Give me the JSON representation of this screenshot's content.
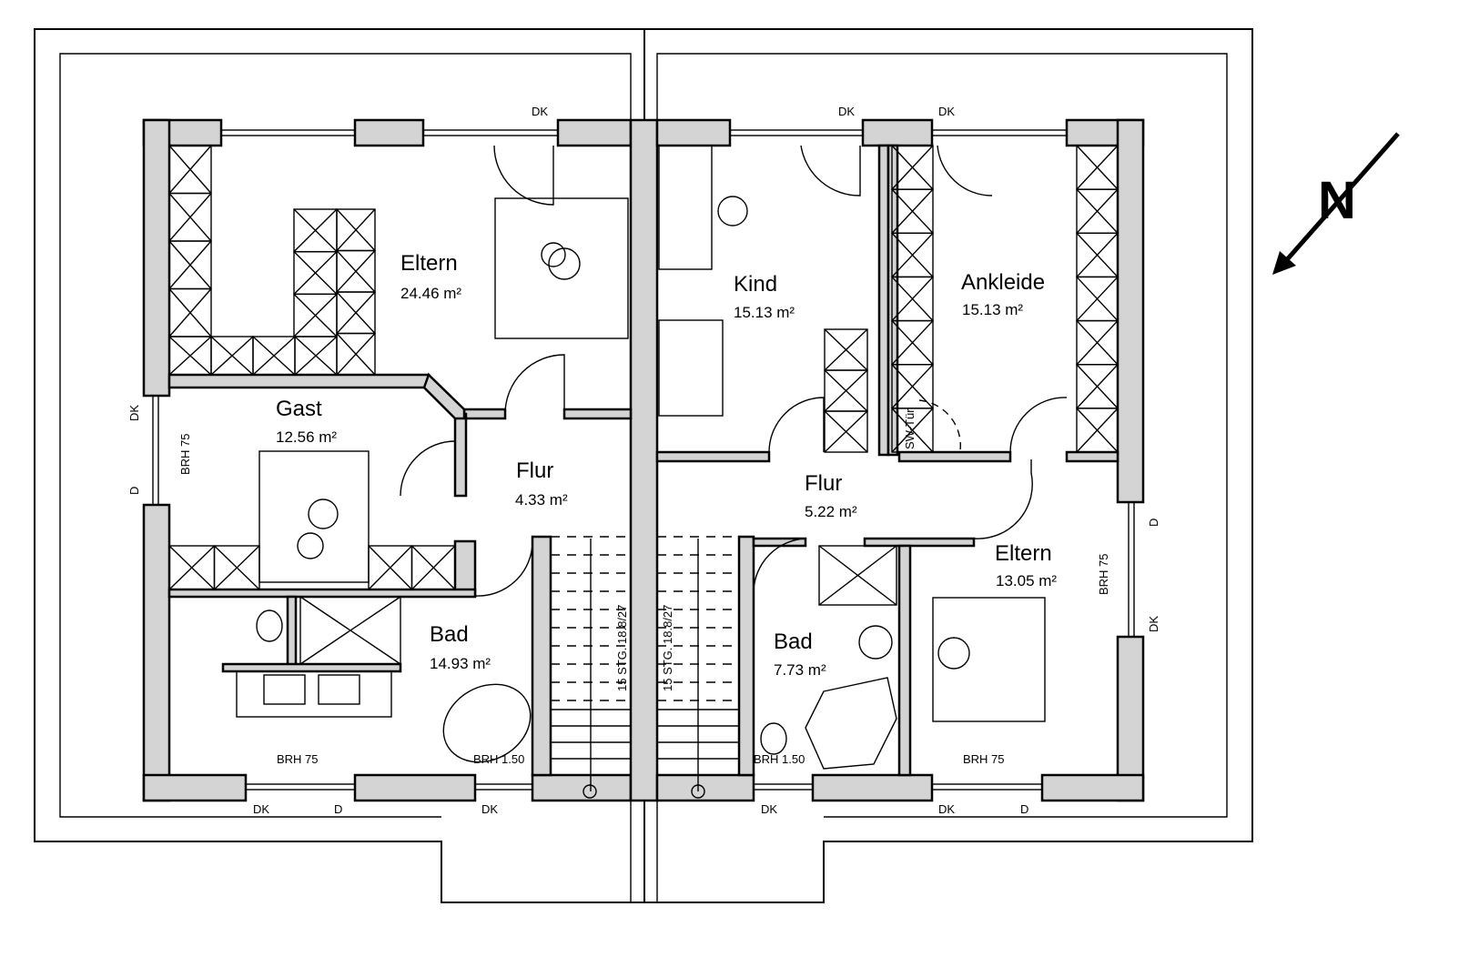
{
  "rooms": [
    {
      "name": "Eltern",
      "area": "24.46 m²"
    },
    {
      "name": "Gast",
      "area": "12.56 m²"
    },
    {
      "name": "Flur",
      "area": "4.33 m²"
    },
    {
      "name": "Bad",
      "area": "14.93 m²"
    },
    {
      "name": "Kind",
      "area": "15.13 m²"
    },
    {
      "name": "Ankleide",
      "area": "15.13 m²"
    },
    {
      "name": "Flur",
      "area": "5.22 m²"
    },
    {
      "name": "Bad",
      "area": "7.73 m²"
    },
    {
      "name": "Eltern",
      "area": "13.05 m²"
    }
  ],
  "window_labels": {
    "top_left_dk": "DK",
    "top_mid_dk": "DK",
    "top_right_dk": "DK",
    "left_dk": "DK",
    "left_d": "D",
    "left_brh": "BRH 75",
    "bad_left_brh": "BRH 75",
    "bad_left_tub_brh": "BRH 1.50",
    "bad_right_tub_brh": "BRH 1.50",
    "eltern_right_brh": "BRH 75",
    "bottom_dk1": "DK",
    "bottom_d1": "D",
    "bottom_dk2": "DK",
    "bottom_dk3": "DK",
    "bottom_dk4": "DK",
    "bottom_d2": "D",
    "right_d": "D",
    "right_brh": "BRH 75",
    "right_dk": "DK"
  },
  "stairs": {
    "left": "15 STG. 18.8/27",
    "right": "15 STG. 18.8/27"
  },
  "sw_door": "SW-Tür",
  "north": "N",
  "colors": {
    "wall": "#d4d4d4",
    "line": "#000000"
  }
}
